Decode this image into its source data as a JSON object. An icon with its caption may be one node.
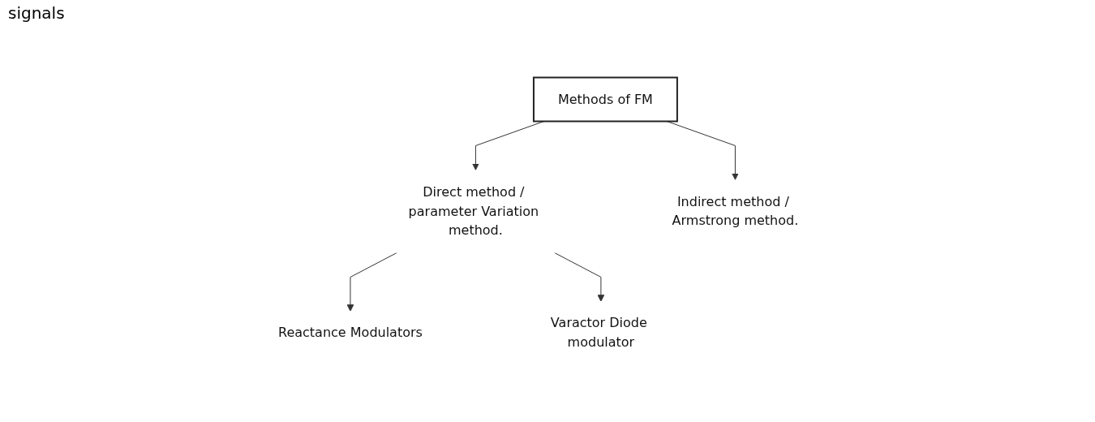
{
  "diagram": {
    "nodes": [
      {
        "text": [
          "Methods of FM"
        ]
      },
      {
        "text": [
          "Direct method / parameter Variation method."
        ]
      },
      {
        "text": [
          "Indirect method / Armstrong method."
        ]
      },
      {
        "text": [
          "Reactance Modulators"
        ]
      },
      {
        "text": [
          "Varactor Diode modulator"
        ]
      }
    ],
    "edges": [
      {
        "from": 0,
        "to": 1,
        "arrow": "to"
      },
      {
        "from": 0,
        "to": 2,
        "arrow": "to"
      },
      {
        "from": 1,
        "to": 3,
        "arrow": "to"
      },
      {
        "from": 1,
        "to": 4,
        "arrow": "to"
      }
    ],
    "labels": [
      "signals"
    ]
  }
}
